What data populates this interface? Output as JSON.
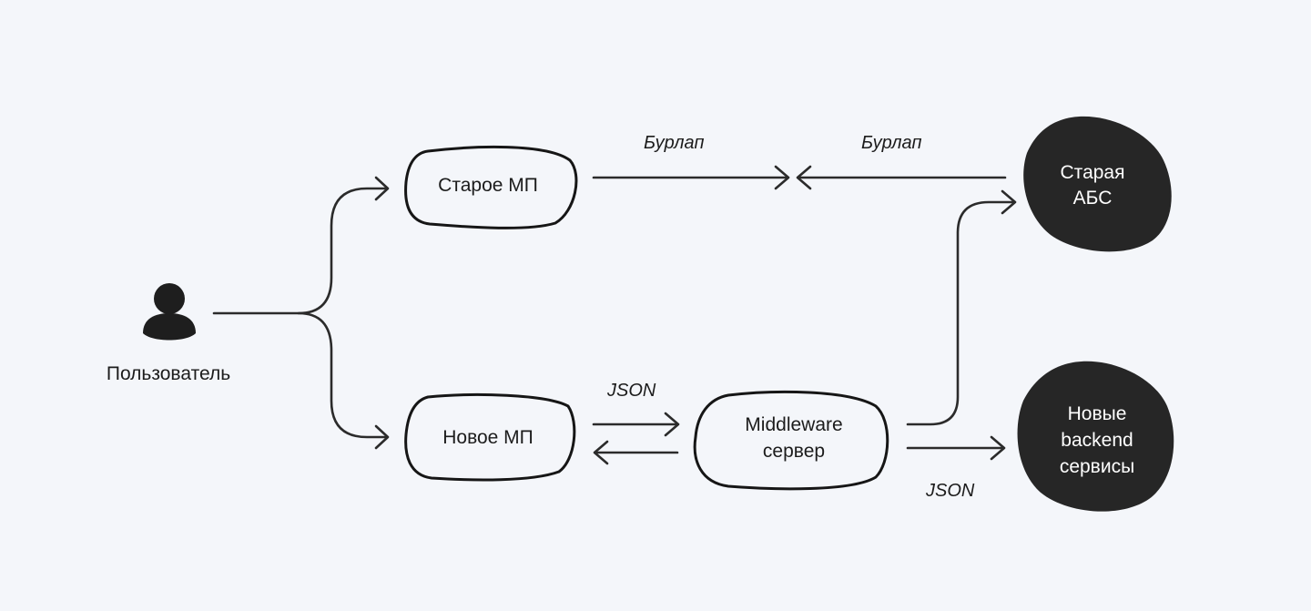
{
  "nodes": {
    "user": {
      "label": "Пользователь"
    },
    "old_mp": {
      "label": "Старое МП"
    },
    "new_mp": {
      "label": "Новое МП"
    },
    "middleware": {
      "line1": "Middleware",
      "line2": "сервер"
    },
    "old_abs": {
      "line1": "Старая",
      "line2": "АБС"
    },
    "new_backend": {
      "line1": "Новые",
      "line2": "backend",
      "line3": "сервисы"
    }
  },
  "edges": {
    "old_mp_protocol": "Бурлап",
    "old_abs_protocol": "Бурлап",
    "new_mp_protocol": "JSON",
    "new_backend_protocol": "JSON"
  },
  "colors": {
    "background": "#f4f6fa",
    "stroke": "#2b2b2b",
    "dark_node": "#262626",
    "dark_node_text": "#ffffff"
  }
}
